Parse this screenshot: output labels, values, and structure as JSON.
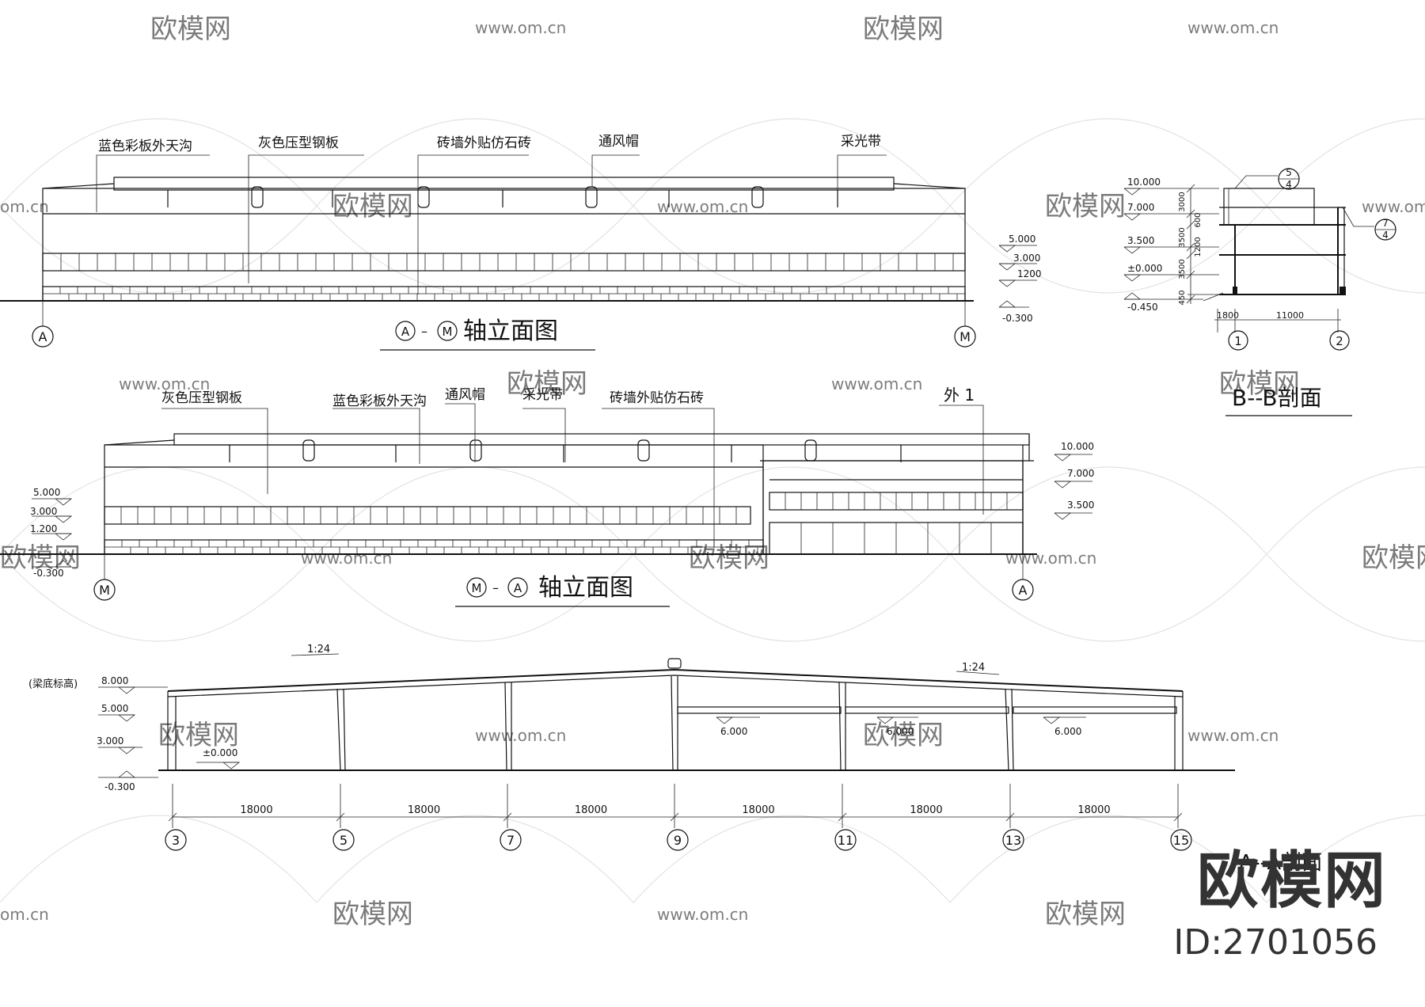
{
  "watermark": {
    "brand": "欧模网",
    "site": "www.om.cn",
    "site_partial": "om.cn",
    "id_label": "ID:2701056"
  },
  "elevation_am": {
    "title_a": "A",
    "title_dash": "–",
    "title_m": "M",
    "title_text": "轴立面图",
    "labels": [
      "蓝色彩板外天沟",
      "灰色压型钢板",
      "砖墙外贴仿石砖",
      "通风帽",
      "采光带"
    ],
    "levels": [
      "5.000",
      "3.000",
      "1200",
      "-0.300"
    ],
    "axis_left": "A",
    "axis_right": "M"
  },
  "elevation_ma": {
    "title_m": "M",
    "title_dash": "–",
    "title_a": "A",
    "title_text": "轴立面图",
    "labels": [
      "灰色压型钢板",
      "蓝色彩板外天沟",
      "通风帽",
      "采光带",
      "砖墙外贴仿石砖",
      "外 1"
    ],
    "levels_left": [
      "5.000",
      "3.000",
      "1.200",
      "-0.300"
    ],
    "levels_right": [
      "10.000",
      "7.000",
      "3.500"
    ],
    "axis_left": "M",
    "axis_right": "A"
  },
  "section_bb": {
    "title": "B--B剖面",
    "levels": [
      "10.000",
      "7.000",
      "3.500",
      "±0.000",
      "-0.450"
    ],
    "dims_vertical": [
      "3000",
      "600",
      "3500",
      "1200",
      "3500",
      "450"
    ],
    "dims_horizontal": [
      "1800",
      "11000"
    ],
    "detail_top": {
      "num": "5",
      "sheet": "4"
    },
    "detail_right": {
      "num": "7",
      "sheet": "4"
    },
    "axes": [
      "1",
      "2"
    ]
  },
  "section_aa": {
    "title": "A--A剖面",
    "note": "(梁底标高)",
    "levels_left": [
      "8.000",
      "5.000",
      "3.000",
      "-0.300"
    ],
    "level_floor": "±0.000",
    "slope_labels": [
      "1:24",
      "1:24"
    ],
    "mezzanine_levels": [
      "6.000",
      "6.000",
      "6.000"
    ],
    "spans": [
      "18000",
      "18000",
      "18000",
      "18000",
      "18000",
      "18000"
    ],
    "axes": [
      "3",
      "5",
      "7",
      "9",
      "11",
      "13",
      "15"
    ]
  }
}
